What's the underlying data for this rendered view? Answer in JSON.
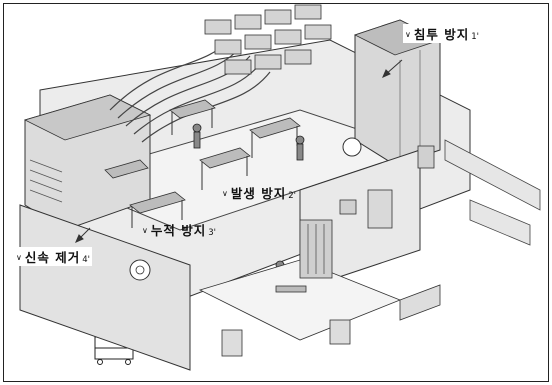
{
  "labels": [
    {
      "id": "intrusion",
      "text": "침투  방지",
      "index": "1'"
    },
    {
      "id": "generation",
      "text": "발생  방지",
      "index": "2'"
    },
    {
      "id": "accumulation",
      "text": "누적  방지",
      "index": "3'"
    },
    {
      "id": "removal",
      "text": "신속  제거",
      "index": "4'"
    }
  ],
  "colors": {
    "line": "#333333",
    "wall": "#e4e4e4",
    "floor": "#f1f1f1",
    "dark": "#8a8a8a",
    "roof": "#cfcfcf"
  }
}
